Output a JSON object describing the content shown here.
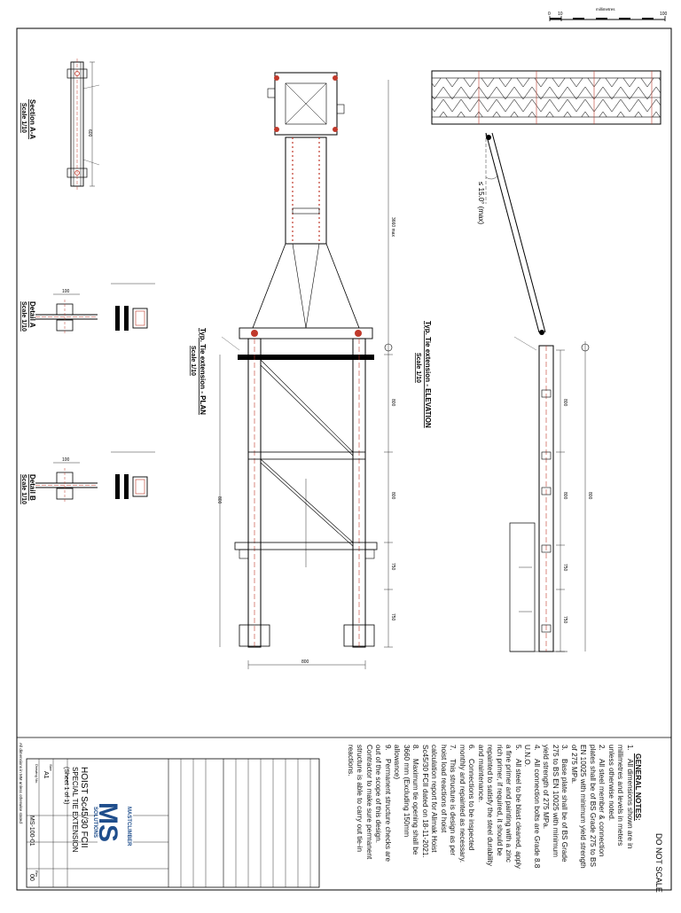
{
  "drawing": {
    "do_not_scale": "DO NOT SCALE",
    "scale_bar": {
      "ticks": [
        "0",
        "10",
        "100"
      ],
      "unit_label": "millimetres"
    }
  },
  "notes": {
    "heading": "GENERAL NOTES:",
    "items": [
      {
        "num": "1.",
        "text": "All dimensions shown are in millimetres and levels in meters unless otherwise noted."
      },
      {
        "num": "2.",
        "text": "All steel member & connection plates shall be of BS Grade 275 to BS EN 10025 with minimum yield strength of 275 MPa."
      },
      {
        "num": "3.",
        "text": "Base plate shall be of BS Grade 275 to BS EN 10025 with minimum yield strength of 275 MPa."
      },
      {
        "num": "4.",
        "text": "All connection bolts are Grade 8.8 U.N.O."
      },
      {
        "num": "5.",
        "text": "All steel to be blast cleaned, apply a fine primer and painting with a zinc rich primer, if required, it should be repainted to satisfy the steel durability and maintenance."
      },
      {
        "num": "6.",
        "text": "Connections to be inspected monthly and repainted as necessary."
      },
      {
        "num": "7.",
        "text": "This structure is design as per hoist load reactions of hoist calculation report for Alimak Hoist Sc45/30 FCII dated on 18-11-2021."
      },
      {
        "num": "8.",
        "text": "Maximum tie opening shall be 3660 mm (Excluding 150mm allowance)"
      },
      {
        "num": "9.",
        "text": "Permanent structure checks are out of the scope of this design. Contractor to make sure permanent structure is able to carry out tie-in reactions."
      }
    ]
  },
  "title_block": {
    "company_line1": "MASTCLIMBER",
    "company_line2": "SOLUTIONS",
    "logo_letters": "MS",
    "project": "HOIST Sc45/30 FCII",
    "title_line1": "SPECIAL TIE EXTENSION",
    "title_line2": "(Sheet 1 of 1)",
    "size_label": "Size",
    "size": "A1",
    "drawing_no_label": "Drawing No.",
    "drawing_no": "MS-100-01",
    "rev_label": "Rev",
    "revision": "00",
    "side_note": "All dimensions in MM unless otherwise stated"
  },
  "views": {
    "plan_title": "Typ. Tie extension - PLAN",
    "plan_scale": "Scale 1/10",
    "elev_title": "Typ. Tie extension - ELEVATION",
    "elev_scale": "Scale 1/10",
    "section_title": "Section A-A",
    "section_scale": "Scale 1/10",
    "detail_a_title": "Detail A",
    "detail_a_scale": "Scale 1/10",
    "detail_b_title": "Detail B",
    "detail_b_scale": "Scale 1/10",
    "angle_label": "≤ 15.0° (max)"
  },
  "dimensions": {
    "plan_width": "800",
    "plan_d1": "800",
    "plan_d2": "800",
    "plan_d3": "800",
    "plan_d4": "750",
    "plan_d5": "750",
    "plan_total": "3660 max",
    "elev_d1": "800",
    "elev_d2": "800",
    "elev_d3": "800",
    "elev_d4": "750",
    "elev_d5": "750",
    "section_d": "600",
    "detail_a_d": "100",
    "detail_b_d": "100"
  }
}
